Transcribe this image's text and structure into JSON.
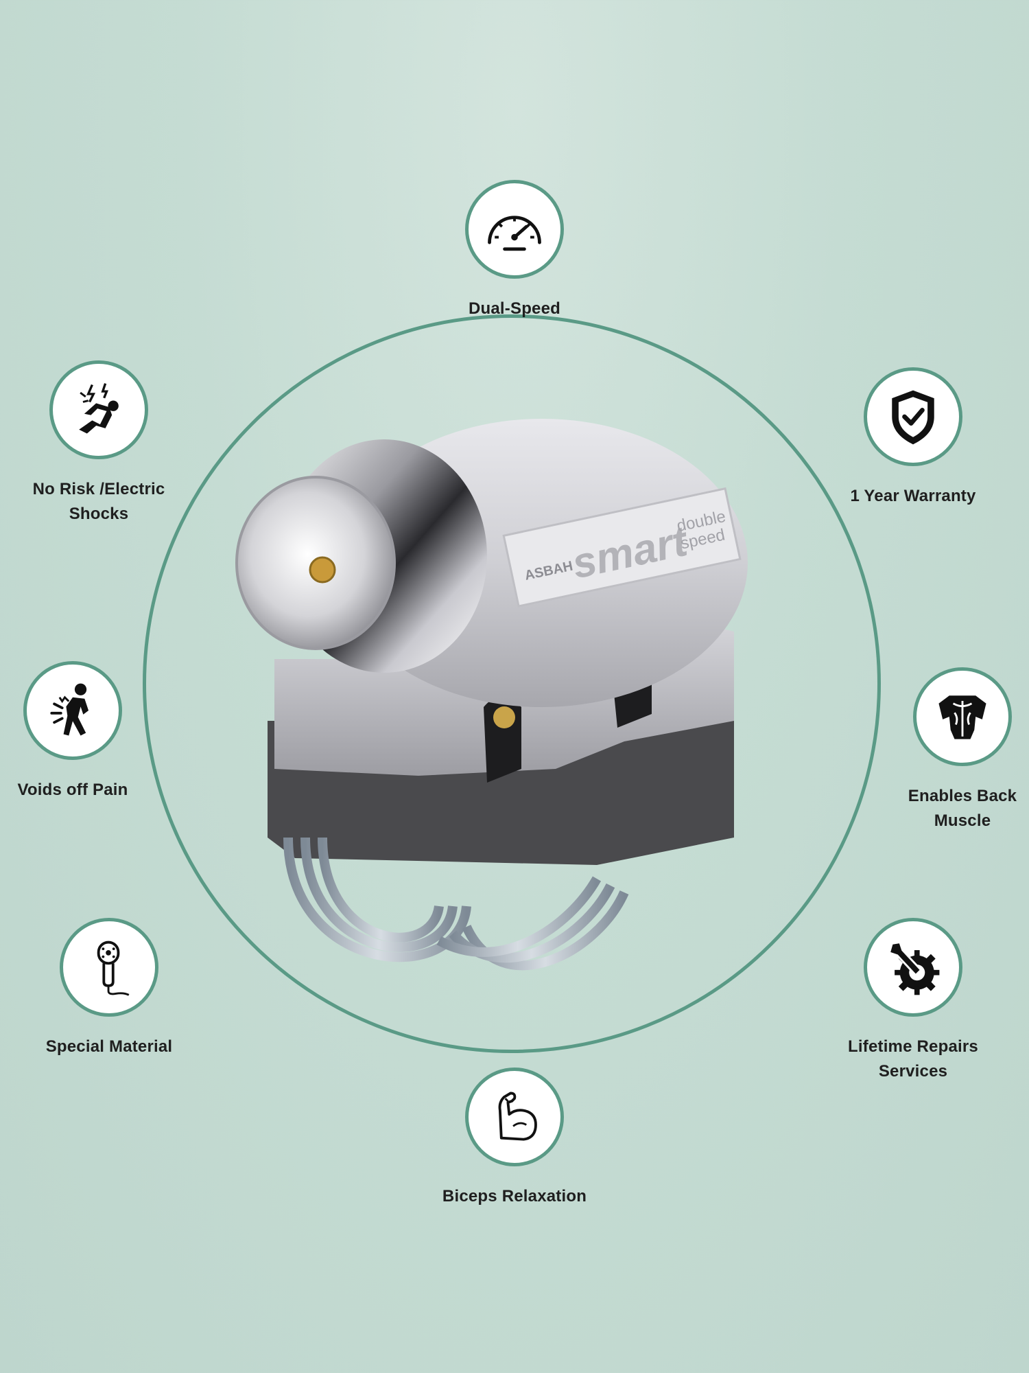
{
  "features": {
    "dual_speed": {
      "label": "Dual-Speed",
      "icon": "speedometer-icon"
    },
    "no_risk": {
      "label": "No Risk /Electric Shocks",
      "icon": "electric-shock-icon"
    },
    "warranty": {
      "label": "1 Year Warranty",
      "icon": "shield-check-icon"
    },
    "voids_pain": {
      "label": "Voids off Pain",
      "icon": "back-pain-icon"
    },
    "back_muscle": {
      "label": "Enables Back Muscle",
      "icon": "back-muscle-icon"
    },
    "special_material": {
      "label": "Special Material",
      "icon": "massager-icon"
    },
    "lifetime_repairs": {
      "label": "Lifetime Repairs Services",
      "icon": "repair-gear-icon"
    },
    "biceps": {
      "label": "Biceps Relaxation",
      "icon": "biceps-icon"
    }
  },
  "product": {
    "plate_brand": "ASBAH",
    "plate_model": "smart",
    "plate_sub1": "double",
    "plate_sub2": "speed"
  },
  "colors": {
    "accent": "#5a9a86",
    "background": "#c5dcd3",
    "icon": "#111111"
  }
}
